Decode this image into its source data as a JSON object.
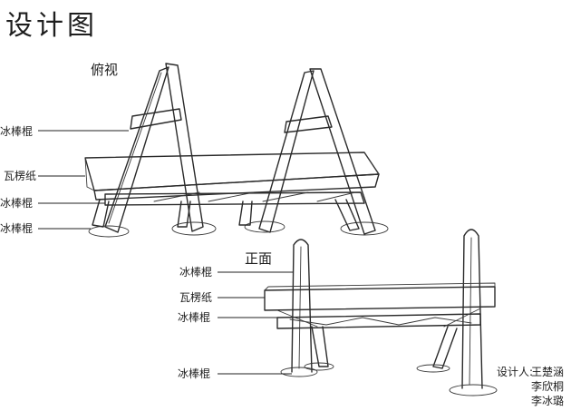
{
  "title": "设计图",
  "views": {
    "top": {
      "label": "俯视",
      "callouts": [
        "冰棒棍",
        "瓦楞纸",
        "冰棒棍",
        "冰棒棍"
      ]
    },
    "front": {
      "label": "正面",
      "callouts": [
        "冰棒棍",
        "瓦楞纸",
        "冰棒棍",
        "冰棒棍"
      ]
    }
  },
  "credits": {
    "prefix": "设计人:",
    "names": [
      "王楚涵",
      "李欣桐",
      "李冰璐"
    ]
  },
  "colors": {
    "ink": "#2a2a2a",
    "paper": "#ffffff"
  }
}
